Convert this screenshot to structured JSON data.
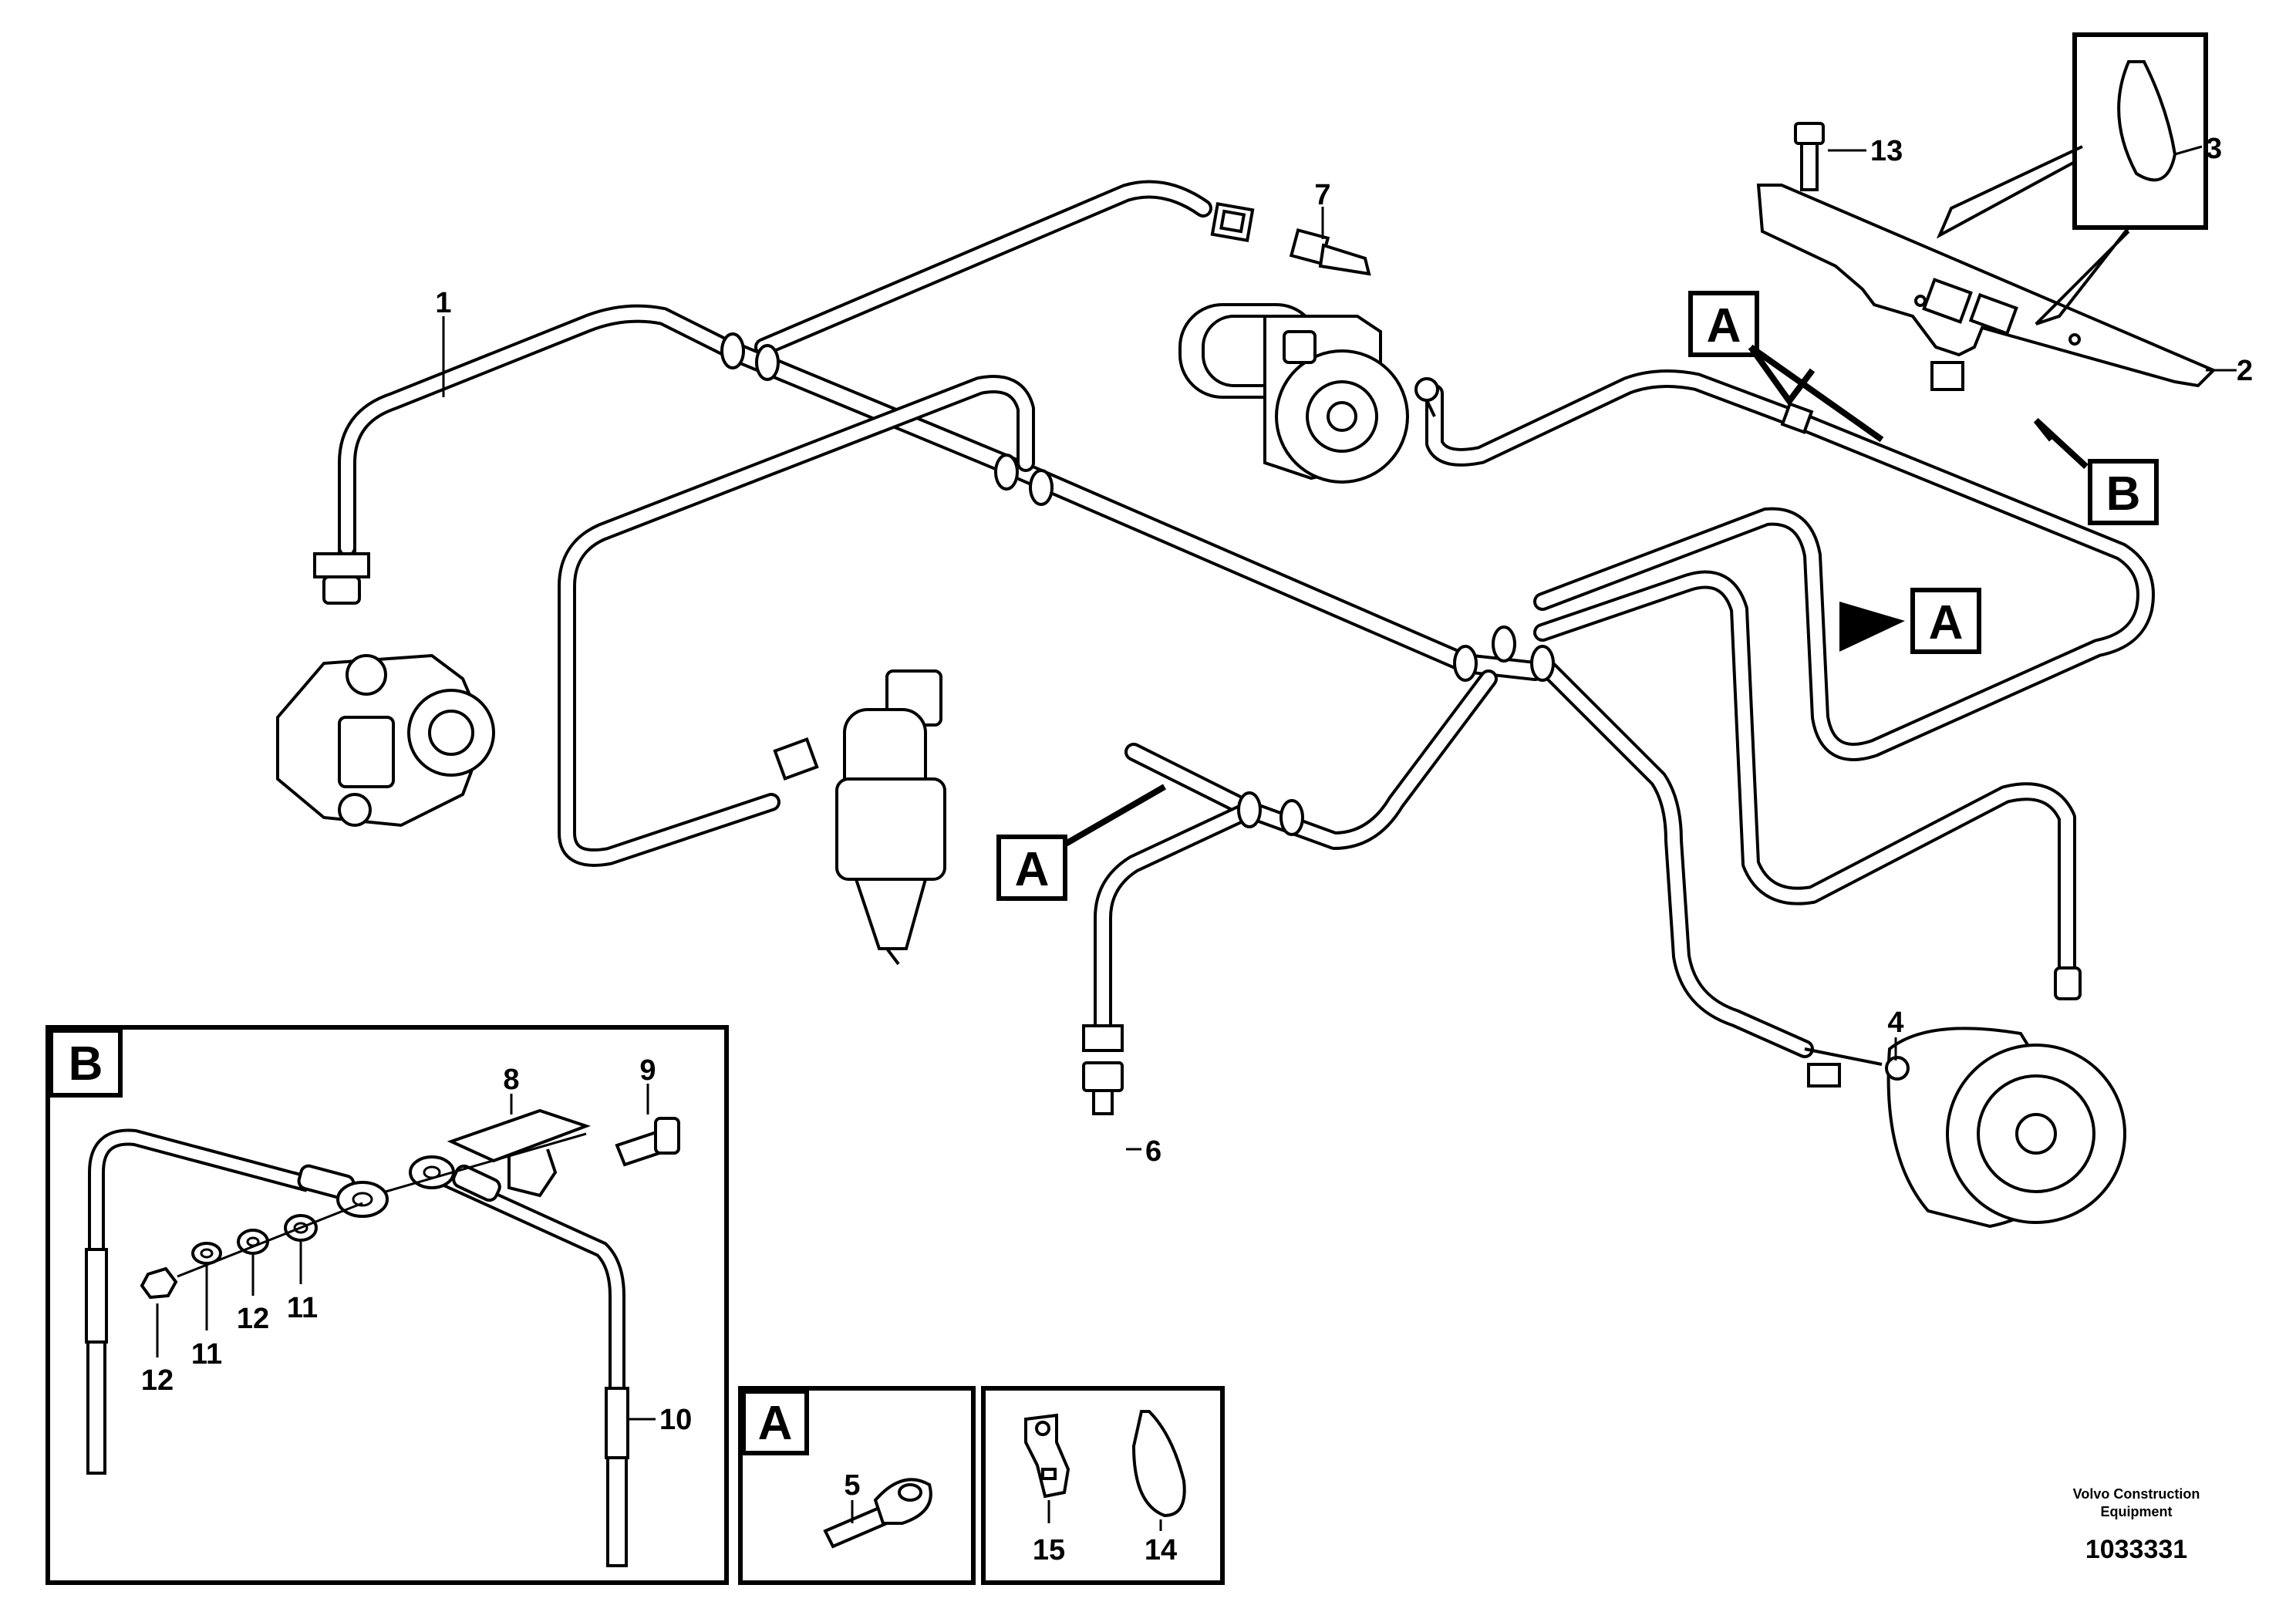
{
  "callouts": {
    "c1": "1",
    "c2": "2",
    "c3": "3",
    "c4": "4",
    "c5": "5",
    "c6": "6",
    "c7": "7",
    "c8": "8",
    "c9": "9",
    "c10": "10",
    "c11a": "11",
    "c11b": "11",
    "c12a": "12",
    "c12b": "12",
    "c13": "13",
    "c14": "14",
    "c15": "15"
  },
  "view_markers": {
    "a1": "A",
    "a2": "A",
    "a3": "A",
    "b1": "B"
  },
  "detail_boxes": {
    "detail_b_label": "B",
    "detail_a_label": "A"
  },
  "footer": {
    "company_line1": "Volvo Construction",
    "company_line2": "Equipment",
    "drawing_number": "1033331"
  }
}
